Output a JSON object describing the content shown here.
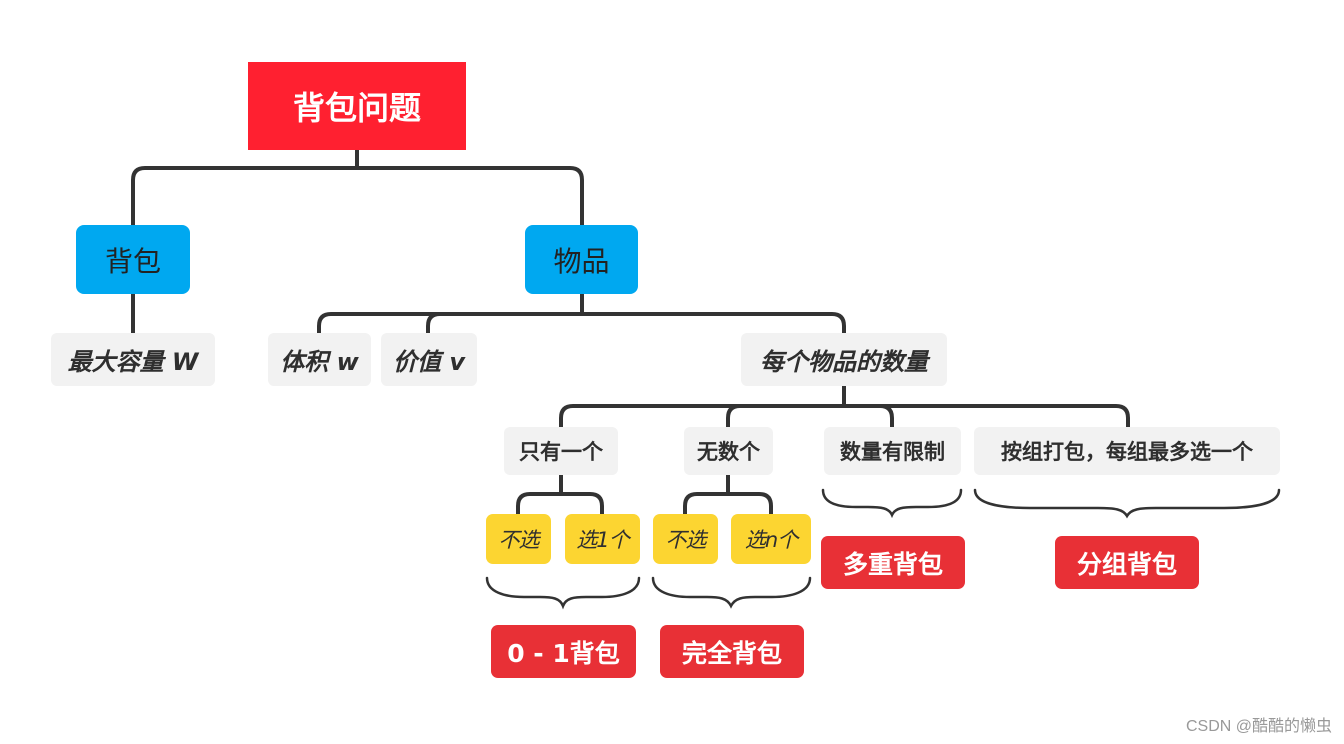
{
  "root": "背包问题",
  "level1": {
    "backpack": "背包",
    "items": "物品"
  },
  "backpack_children": {
    "max_capacity": "最大容量 W"
  },
  "item_attrs": {
    "volume": "体积 w",
    "value": "价值 v",
    "count": "每个物品的数量"
  },
  "count_types": {
    "only_one": "只有一个",
    "unlimited": "无数个",
    "limited": "数量有限制",
    "grouped": "按组打包，每组最多选一个"
  },
  "choices": {
    "only_one_skip": "不选",
    "only_one_pick": "选1个",
    "unlimited_skip": "不选",
    "unlimited_pick": "选n个"
  },
  "results": {
    "zero_one": "0 - 1背包",
    "complete": "完全背包",
    "multiple": "多重背包",
    "group": "分组背包"
  },
  "watermark": "CSDN @酷酷的懒虫",
  "colors": {
    "root": "#ff2030",
    "level1": "#00a8f0",
    "attribute": "#f2f2f2",
    "choice": "#fcd531",
    "result": "#e83036",
    "connector": "#333333"
  }
}
